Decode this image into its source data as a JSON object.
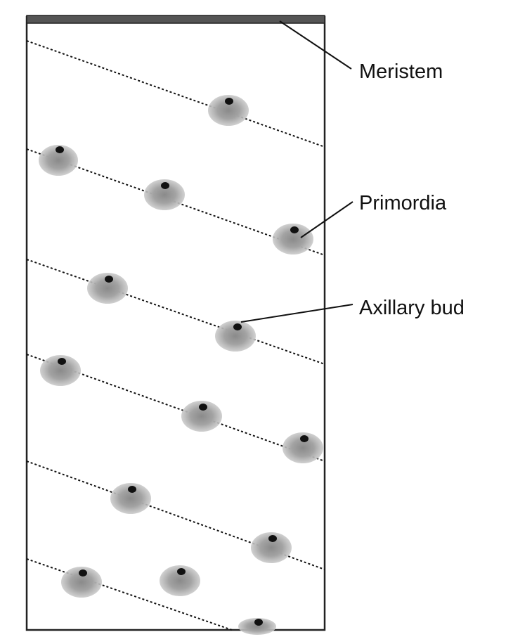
{
  "labels": {
    "meristem": "Meristem",
    "primordia": "Primordia",
    "axillary_bud": "Axillary bud"
  }
}
